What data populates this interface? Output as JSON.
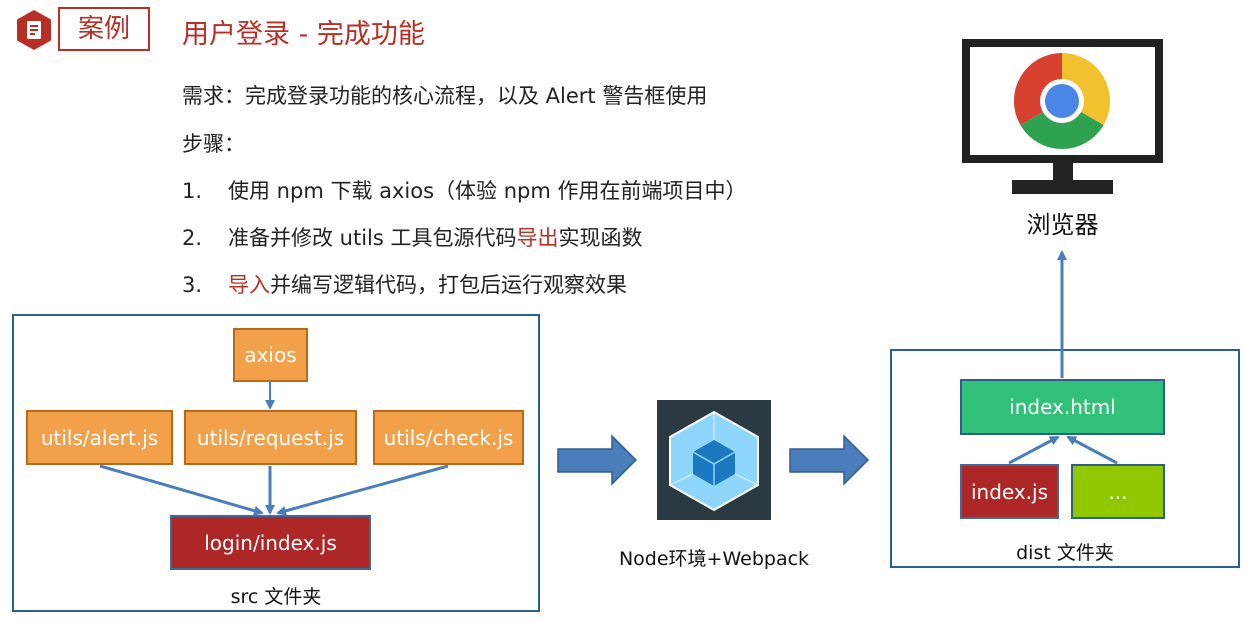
{
  "header": {
    "badge": "案例",
    "title": "用户登录 - 完成功能"
  },
  "requirement": "需求：完成登录功能的核心流程，以及 Alert 警告框使用",
  "steps_label": "步骤：",
  "steps": [
    {
      "num": "1.",
      "text": "使用 npm 下载 axios（体验 npm 作用在前端项目中）"
    },
    {
      "num": "2.",
      "pre": "准备并修改 utils 工具包源代码",
      "highlight": "导出",
      "post": "实现函数"
    },
    {
      "num": "3.",
      "highlight": "导入",
      "post": "并编写逻辑代码，打包后运行观察效果"
    }
  ],
  "src": {
    "axios": "axios",
    "alert": "utils/alert.js",
    "request": "utils/request.js",
    "check": "utils/check.js",
    "login": "login/index.js",
    "caption": "src 文件夹"
  },
  "webpack": {
    "caption": "Node环境+Webpack"
  },
  "dist": {
    "html": "index.html",
    "js": "index.js",
    "more": "...",
    "caption": "dist 文件夹"
  },
  "browser": {
    "caption": "浏览器"
  },
  "colors": {
    "accent_red": "#b83025",
    "orange": "#f2a14a",
    "dark_red": "#ad2727",
    "green": "#31c178",
    "lime": "#8fc800",
    "arrow_blue": "#4a7ebb",
    "frame_blue": "#2e5d8f"
  },
  "icons": [
    "document-icon",
    "chrome-icon",
    "monitor-icon",
    "webpack-logo-icon"
  ]
}
